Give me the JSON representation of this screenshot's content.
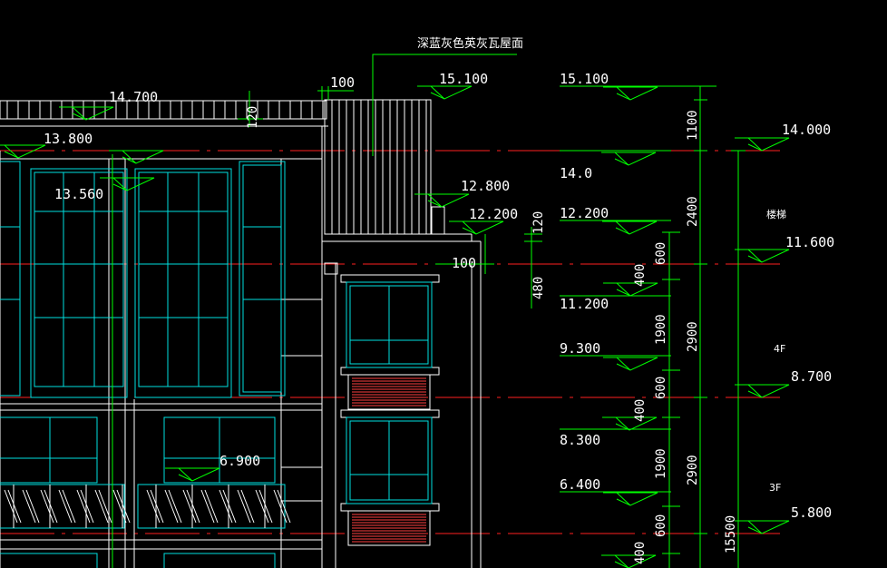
{
  "drawing": {
    "roof_note": "深蓝灰色英灰瓦屋面",
    "stair_label": "楼梯",
    "floor_labels": [
      "4F",
      "3F"
    ],
    "left_elevations": [
      "14.700",
      "13.800",
      "13.560",
      "6.900"
    ],
    "center_elevations": [
      "15.100",
      "12.800",
      "12.200"
    ],
    "center_dims": [
      "100",
      "120",
      "100",
      "120",
      "480"
    ],
    "column_elevations": [
      "15.100",
      "14.0",
      "12.200",
      "11.200",
      "9.300",
      "8.300",
      "6.400"
    ],
    "right_elevations": [
      "14.000",
      "11.600",
      "8.700",
      "5.800"
    ],
    "vertical_dims": [
      "1100",
      "2400",
      "600",
      "400",
      "1900",
      "2900",
      "600",
      "400",
      "1900",
      "2900",
      "600",
      "400",
      "15500"
    ]
  },
  "colors": {
    "background": "#000000",
    "window": "#00e0e0",
    "axis": "#ff2020",
    "dimension": "#00ff00",
    "wall": "#ffffff",
    "louver": "#ff4040"
  }
}
